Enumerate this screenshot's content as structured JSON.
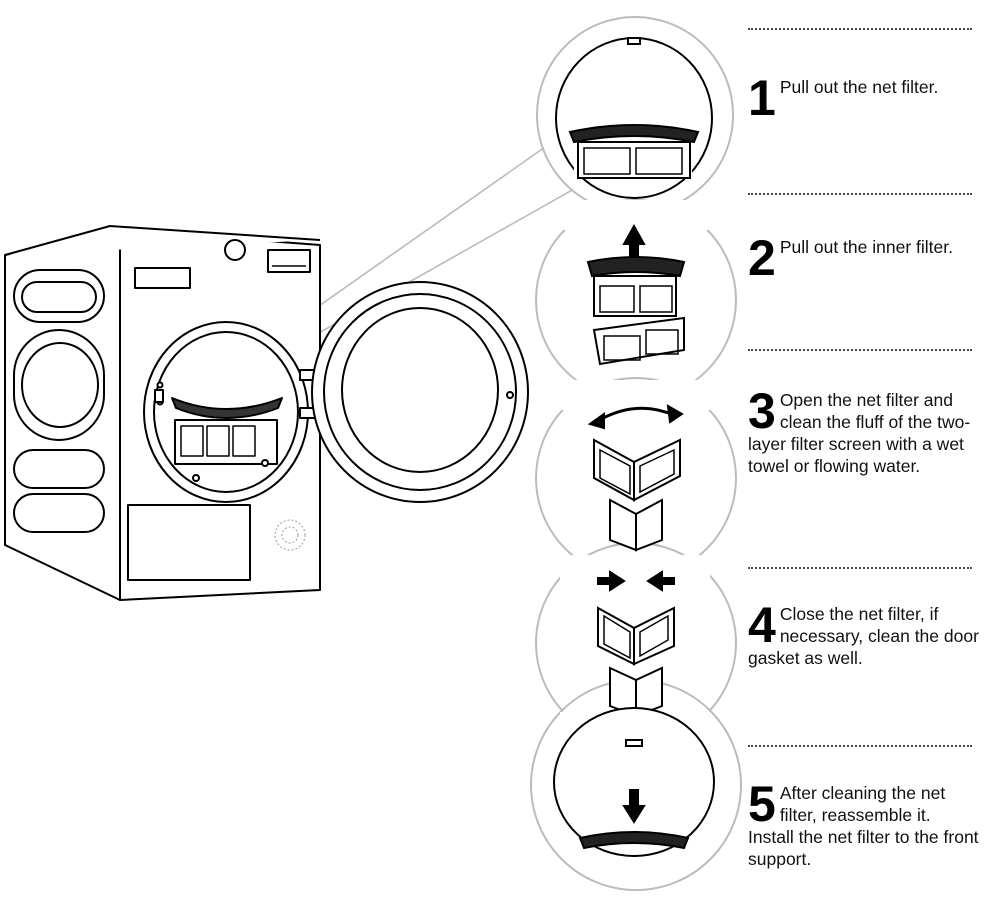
{
  "steps": [
    {
      "number": "1",
      "text": "Pull out the net filter."
    },
    {
      "number": "2",
      "text": "Pull out the inner filter."
    },
    {
      "number": "3",
      "text": "Open the net filter and clean the fluff of the two-layer filter screen with a wet towel or flowing water."
    },
    {
      "number": "4",
      "text": "Close the net filter, if necessary, clean the door gasket as well."
    },
    {
      "number": "5",
      "text": "After cleaning the net filter, reassemble it. Install the net filter to the front support."
    }
  ],
  "colors": {
    "line": "#000000",
    "bubble_outline": "#bbbbbb",
    "text": "#111111"
  },
  "icons": [
    "dryer-illustration",
    "up-arrow-icon",
    "swing-arrow-icon",
    "press-arrows-icon",
    "down-arrow-icon"
  ]
}
